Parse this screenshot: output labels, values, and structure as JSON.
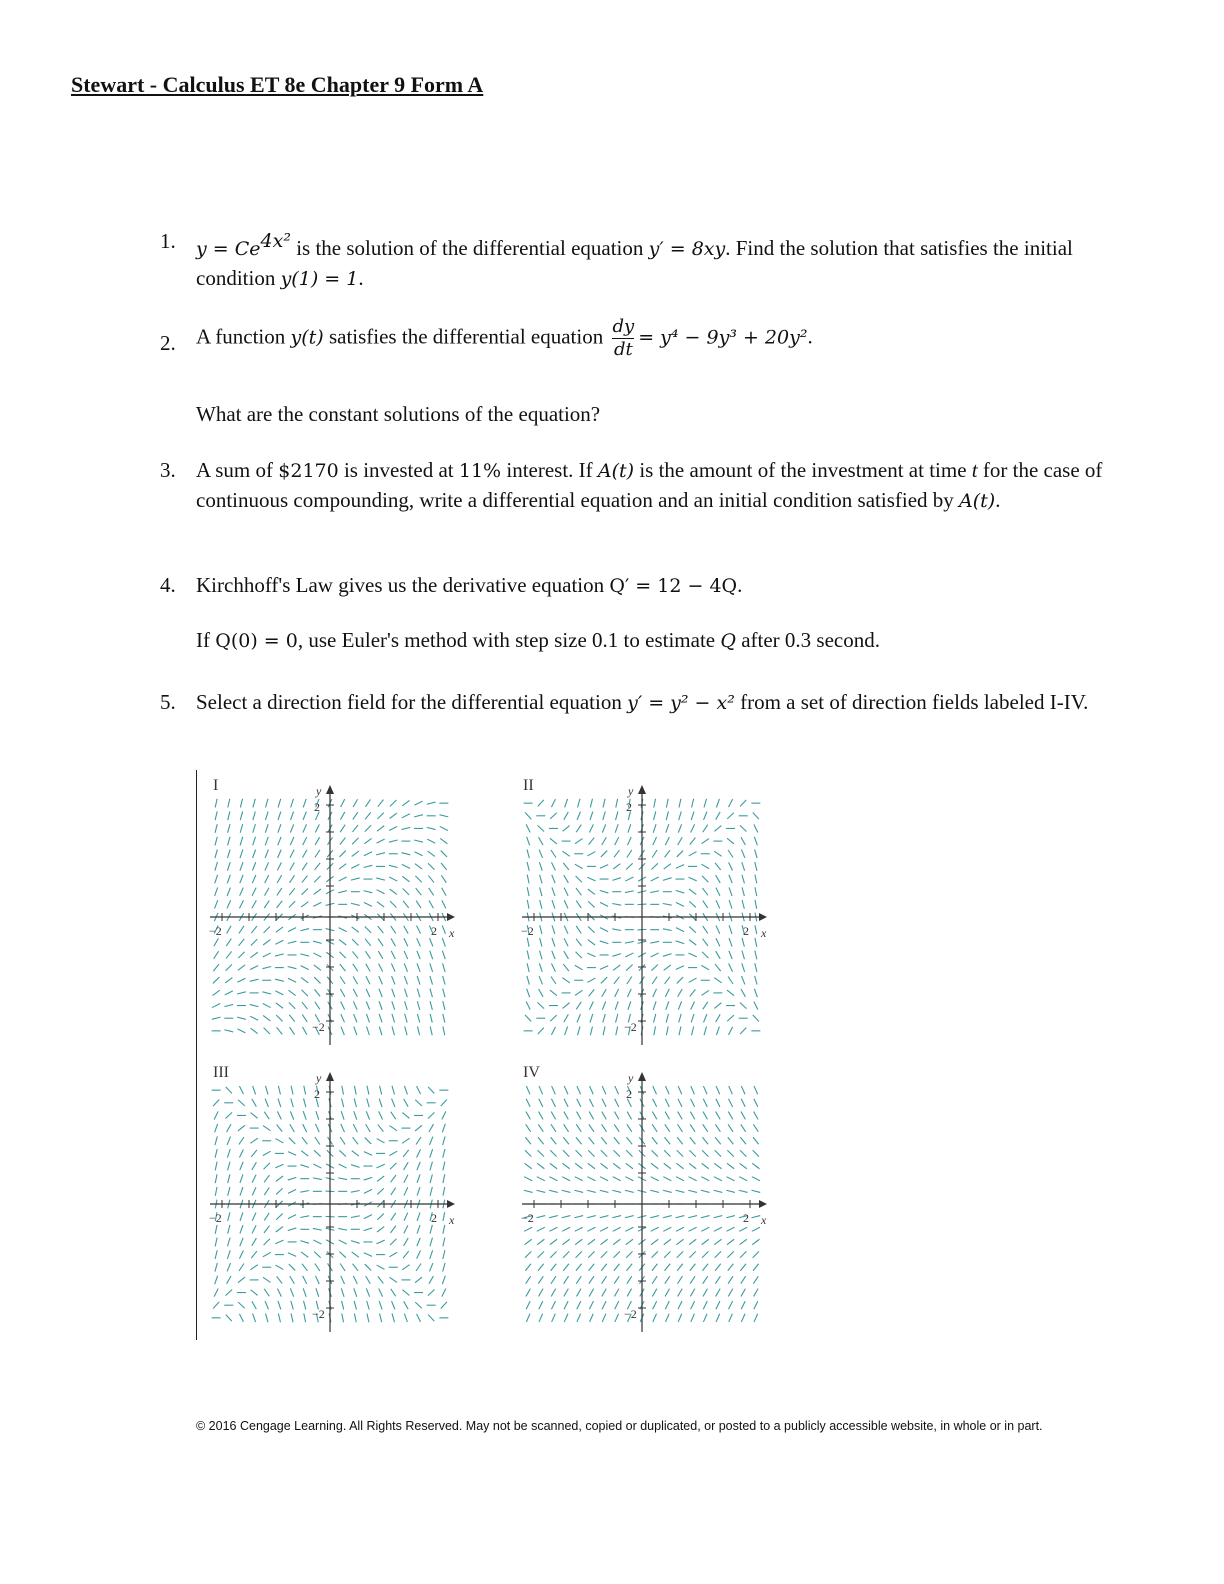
{
  "title": "Stewart - Calculus ET 8e Chapter 9 Form A",
  "questions": [
    {
      "num": "1.",
      "eq_y": "y = Ce",
      "eq_exp": "4x²",
      "t1": " is the solution of the differential equation ",
      "eq_de": "y′ = 8xy",
      "t2": ". Find the solution that satisfies the initial condition ",
      "eq_ic": "y(1) = 1",
      "t3": "."
    },
    {
      "num": "2.",
      "t1": "A function ",
      "eq_fn": "y(t)",
      "t2": " satisfies the differential equation ",
      "frac_top": "dy",
      "frac_bot": "dt",
      "eq_rhs": "= y⁴ − 9y³ + 20y²",
      "t3": ".",
      "followup": "What are the constant solutions of the equation?"
    },
    {
      "num": "3.",
      "t1": "A sum of ",
      "amount": "$2170",
      "t2": " is invested at ",
      "rate": "11%",
      "t3": " interest. If ",
      "eq_a": "A(t)",
      "t4": " is the amount of the investment at time ",
      "var_t": "t",
      "t5": " for the case of continuous compounding, write a differential equation and an initial condition satisfied by ",
      "eq_a2": "A(t)",
      "t6": "."
    },
    {
      "num": "4.",
      "t1": "Kirchhoff's Law gives us the derivative equation ",
      "eq_q": "Q′ = 12 − 4Q",
      "t2": ".",
      "f1": "If ",
      "eq_q0": "Q(0) = 0",
      "f2": ", use Euler's method with step size 0.1 to estimate ",
      "var_q": "Q",
      "f3": " after 0.3 second."
    },
    {
      "num": "5.",
      "t1": "Select a direction field for the differential equation ",
      "eq_de": "y′ = y² − x²",
      "t2": " from a set of direction fields labeled I-IV."
    }
  ],
  "fields": [
    {
      "label": "I",
      "rule": "y-x"
    },
    {
      "label": "II",
      "rule": "y2-x2"
    },
    {
      "label": "III",
      "rule": "x2-y2"
    },
    {
      "label": "IV",
      "rule": "-y"
    }
  ],
  "axis": {
    "x": "x",
    "y": "y",
    "tick_pos": "2",
    "tick_neg": "−2"
  },
  "colors": {
    "field": "#3a9aa0",
    "axes": "#333333"
  },
  "footer": "© 2016 Cengage Learning. All Rights Reserved. May not be scanned, copied or duplicated, or posted to a publicly accessible website, in whole or in part."
}
